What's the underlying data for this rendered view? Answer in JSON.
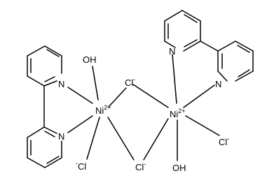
{
  "structure": {
    "atoms": {
      "n1": "N",
      "n2": "N",
      "n3": "N",
      "n4": "N",
      "ni_left": "Ni",
      "ni_right": "Ni",
      "ni_charge": "2+",
      "oh_top": "OH",
      "oh_bottom": "OH",
      "cl": "Cl",
      "cl_minus": "-"
    }
  }
}
